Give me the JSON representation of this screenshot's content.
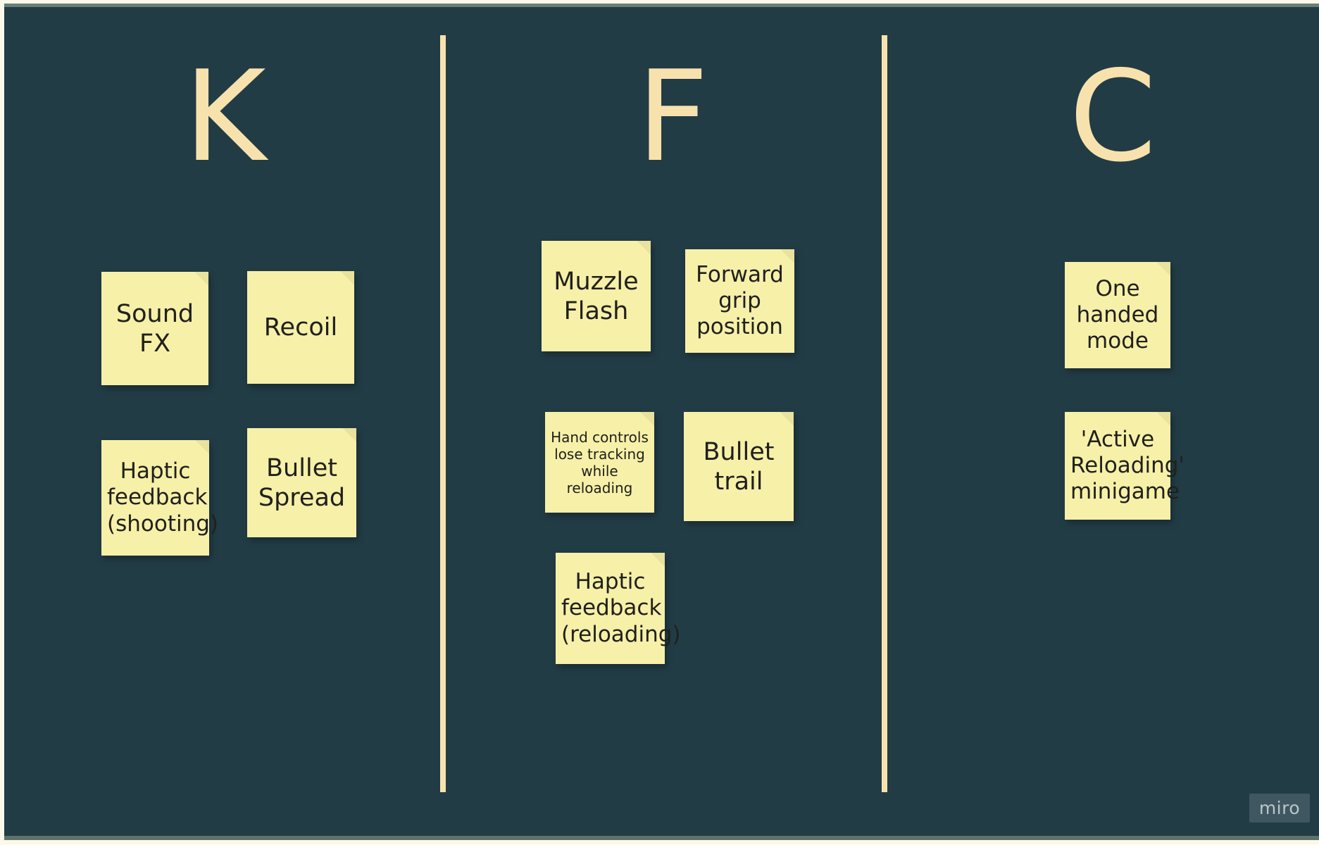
{
  "board": {
    "background_color": "#223c46",
    "accent_color": "#f7e2ae",
    "note_color": "#f7f0a8",
    "note_text_color": "#20201c",
    "page_border_color": "#fdf8ec"
  },
  "columns": [
    {
      "id": "k",
      "letter": "K",
      "notes": [
        {
          "text": "Sound FX",
          "size": "lg"
        },
        {
          "text": "Recoil",
          "size": "lg"
        },
        {
          "text": "Haptic feedback (shooting)",
          "size": "md"
        },
        {
          "text": "Bullet Spread",
          "size": "lg"
        }
      ]
    },
    {
      "id": "f",
      "letter": "F",
      "notes": [
        {
          "text": "Muzzle Flash",
          "size": "lg"
        },
        {
          "text": "Forward grip position",
          "size": "md"
        },
        {
          "text": "Hand controls lose tracking while reloading",
          "size": "sm"
        },
        {
          "text": "Bullet trail",
          "size": "lg"
        },
        {
          "text": "Haptic feedback (reloading)",
          "size": "md"
        }
      ]
    },
    {
      "id": "c",
      "letter": "C",
      "notes": [
        {
          "text": "One handed mode",
          "size": "md"
        },
        {
          "text": "'Active Reloading' minigame",
          "size": "md"
        }
      ]
    }
  ],
  "watermark": {
    "label": "miro"
  }
}
